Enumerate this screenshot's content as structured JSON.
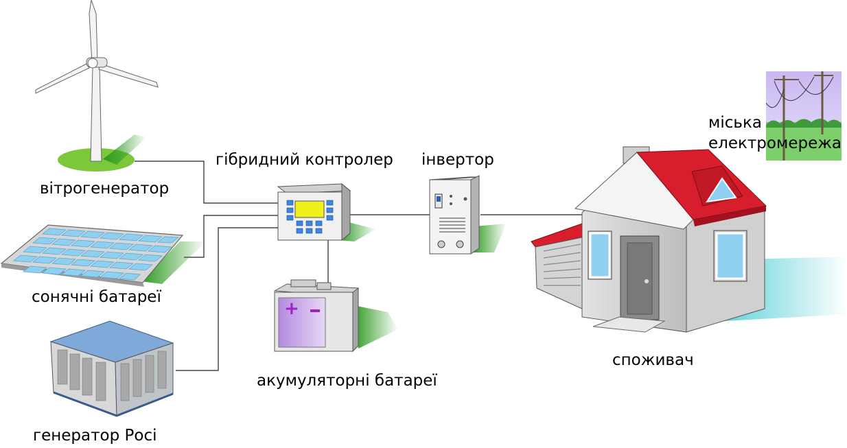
{
  "labels": {
    "wind": "вітрогенератор",
    "solar": "сонячні батареї",
    "generator": "генератор Росі",
    "controller": "гібридний контролер",
    "inverter": "інвертор",
    "batteries": "акумуляторні батареї",
    "consumer": "споживач",
    "grid_line1": "міська",
    "grid_line2": "електромережа"
  },
  "colors": {
    "roof": "#d81e2c",
    "shadow_green": "#3aa42a",
    "shadow_cyan": "#4fd2d8",
    "battery_body": "#c6a8e6",
    "panel_cell": "#8fd0f0",
    "wire": "#222222"
  }
}
